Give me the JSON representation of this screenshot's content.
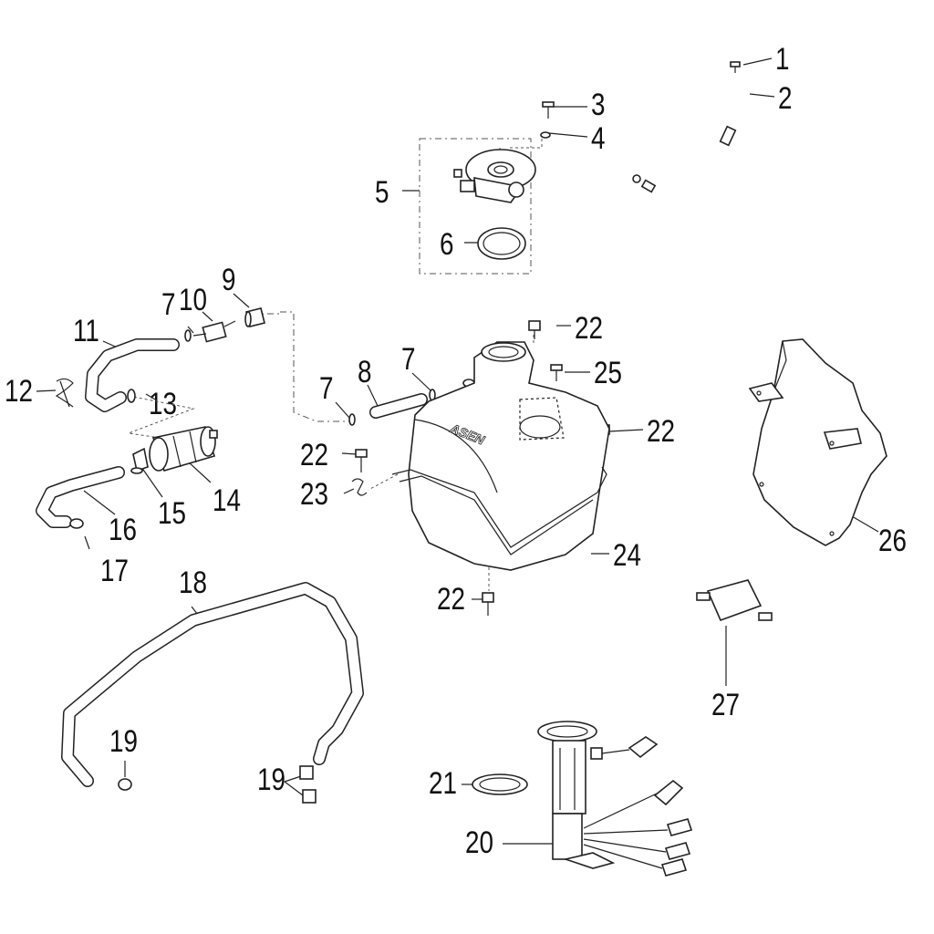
{
  "callouts": [
    "1",
    "2",
    "3",
    "4",
    "5",
    "6",
    "7",
    "10",
    "9",
    "11",
    "12",
    "13",
    "7",
    "8",
    "7",
    "22",
    "25",
    "22",
    "22",
    "23",
    "14",
    "15",
    "16",
    "17",
    "24",
    "26",
    "18",
    "22",
    "27",
    "19",
    "19",
    "21",
    "20"
  ]
}
